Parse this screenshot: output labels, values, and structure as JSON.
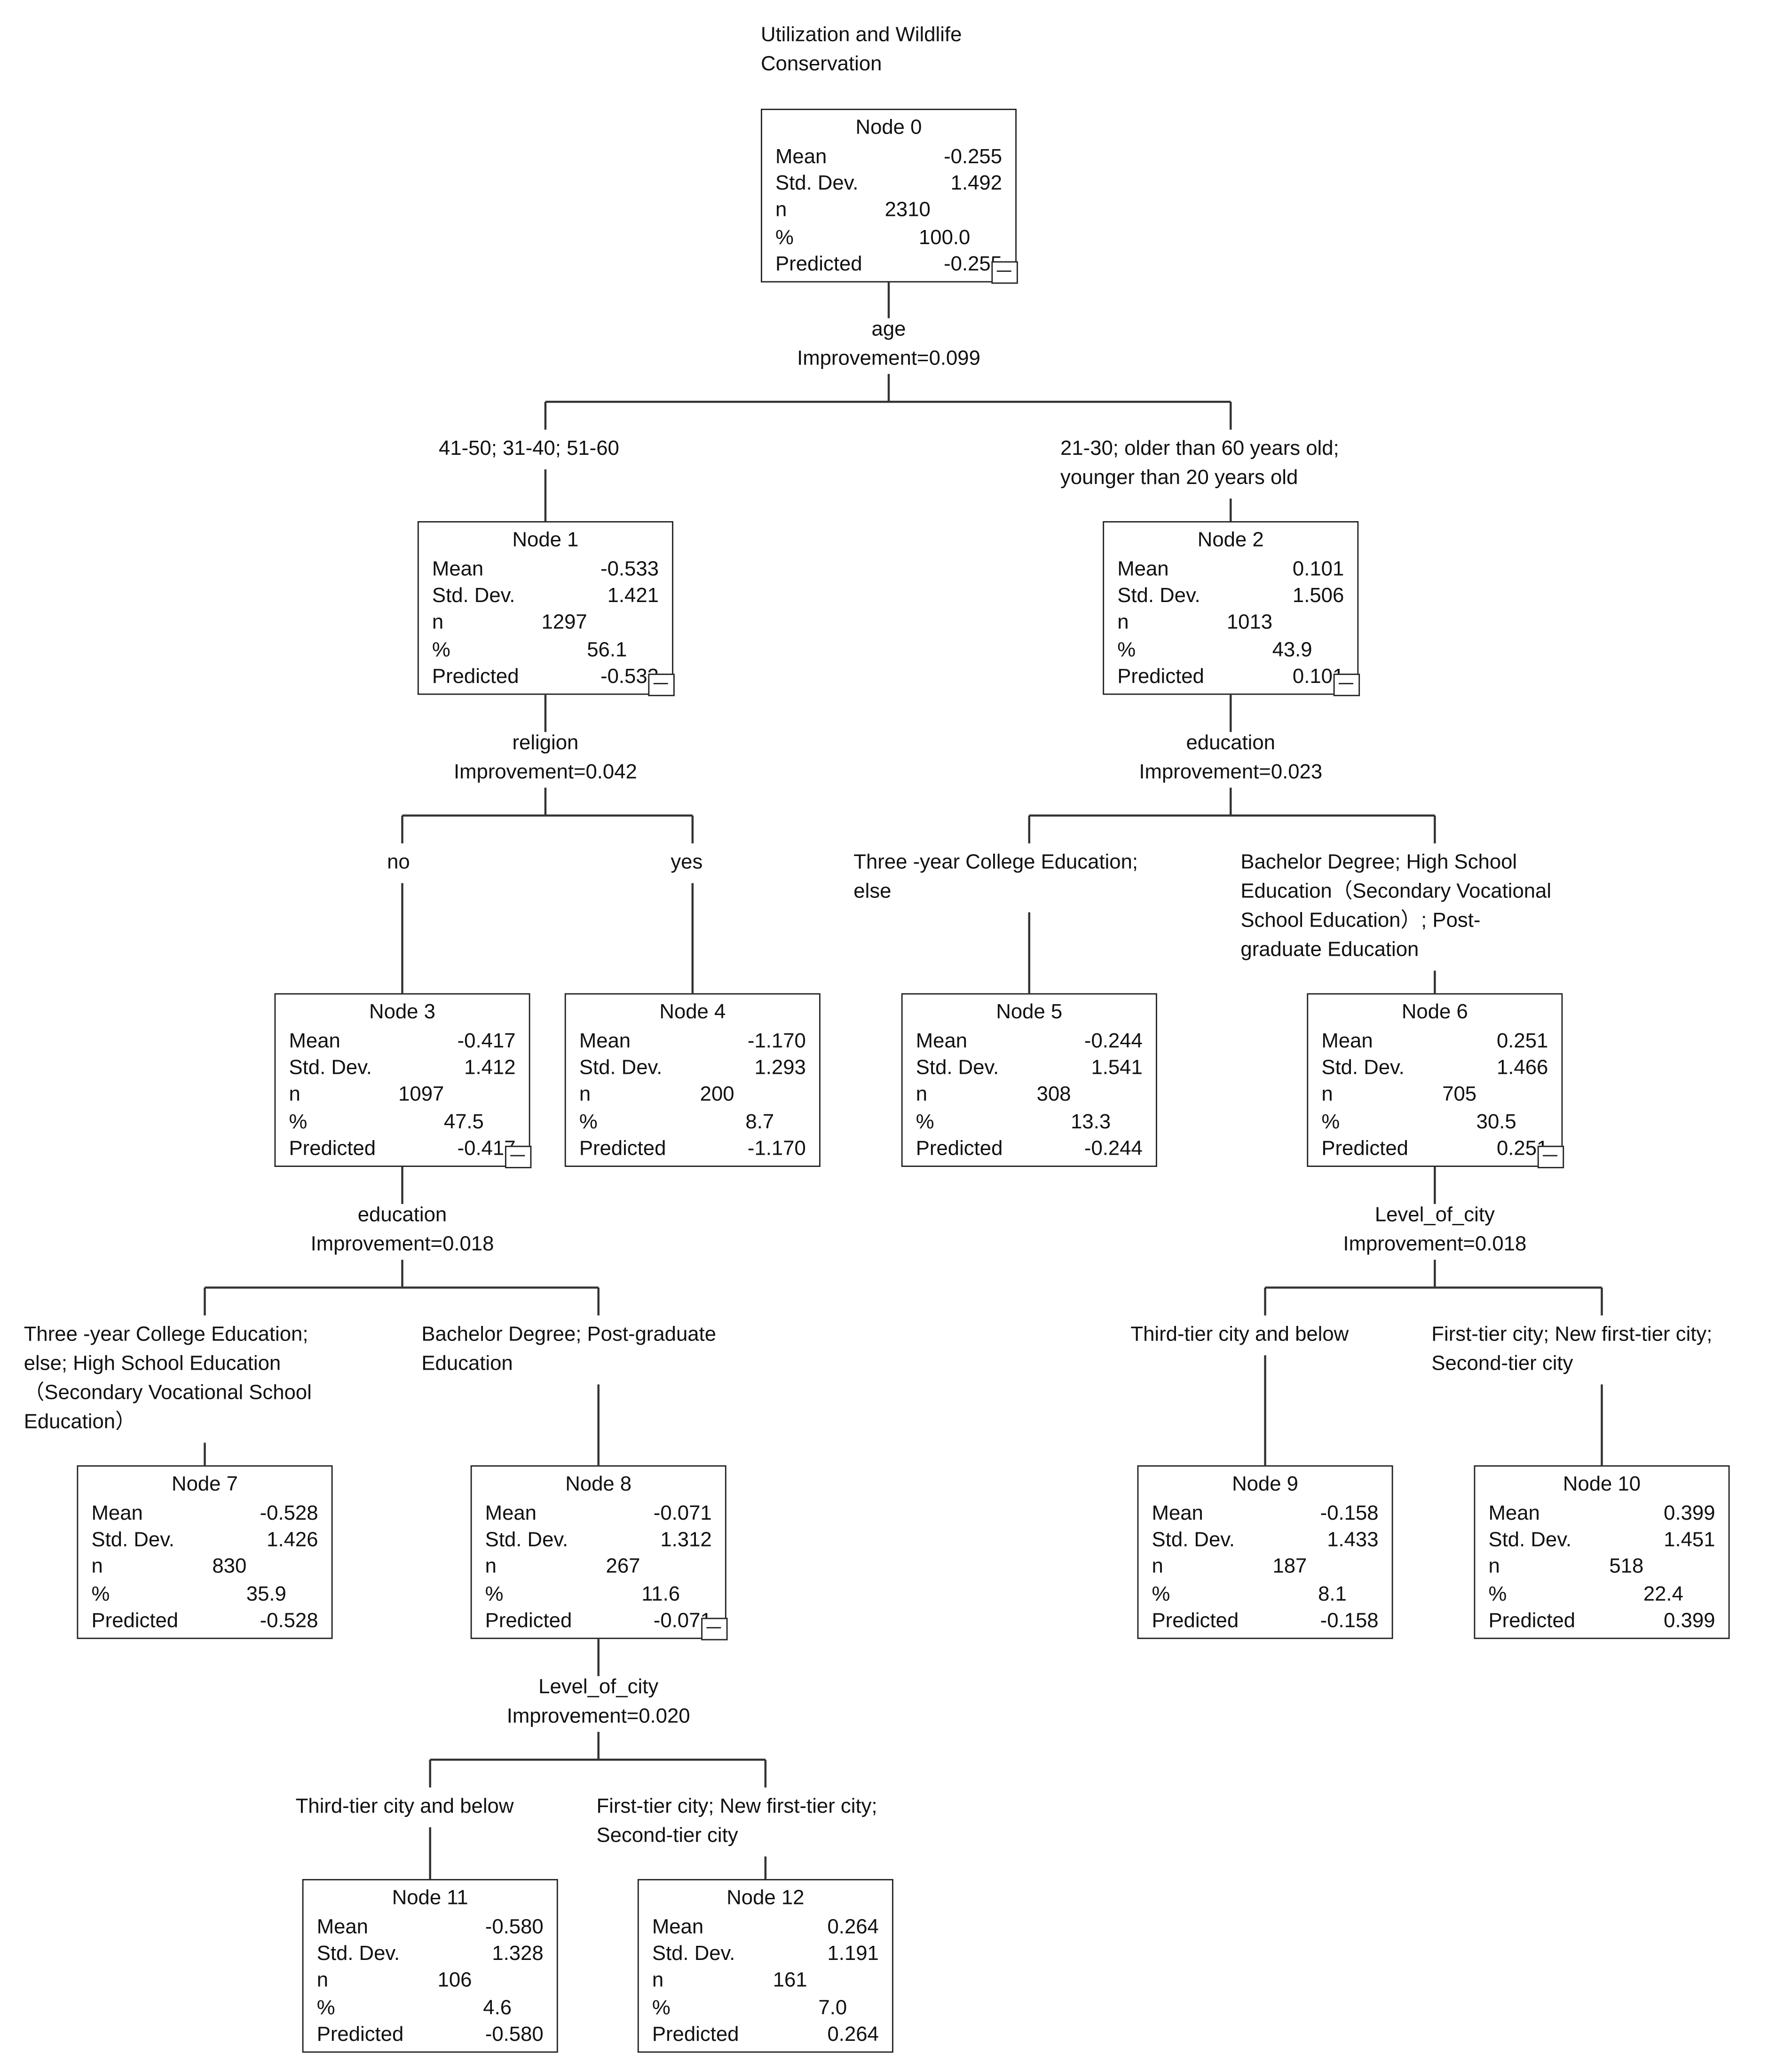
{
  "title": "Utilization and Wildlife\nConservation",
  "row_labels": {
    "mean": "Mean",
    "std_dev": "Std. Dev.",
    "n": "n",
    "percent": "%",
    "predicted": "Predicted"
  },
  "nodes": [
    {
      "id": "0",
      "title": "Node 0",
      "mean": "-0.255",
      "std_dev": "1.492",
      "n": "2310",
      "percent": "100.0",
      "predicted": "-0.255",
      "collapsible": true
    },
    {
      "id": "1",
      "title": "Node 1",
      "mean": "-0.533",
      "std_dev": "1.421",
      "n": "1297",
      "percent": "56.1",
      "predicted": "-0.533",
      "collapsible": true
    },
    {
      "id": "2",
      "title": "Node 2",
      "mean": "0.101",
      "std_dev": "1.506",
      "n": "1013",
      "percent": "43.9",
      "predicted": "0.101",
      "collapsible": true
    },
    {
      "id": "3",
      "title": "Node 3",
      "mean": "-0.417",
      "std_dev": "1.412",
      "n": "1097",
      "percent": "47.5",
      "predicted": "-0.417",
      "collapsible": true
    },
    {
      "id": "4",
      "title": "Node 4",
      "mean": "-1.170",
      "std_dev": "1.293",
      "n": "200",
      "percent": "8.7",
      "predicted": "-1.170",
      "collapsible": false
    },
    {
      "id": "5",
      "title": "Node 5",
      "mean": "-0.244",
      "std_dev": "1.541",
      "n": "308",
      "percent": "13.3",
      "predicted": "-0.244",
      "collapsible": false
    },
    {
      "id": "6",
      "title": "Node 6",
      "mean": "0.251",
      "std_dev": "1.466",
      "n": "705",
      "percent": "30.5",
      "predicted": "0.251",
      "collapsible": true
    },
    {
      "id": "7",
      "title": "Node 7",
      "mean": "-0.528",
      "std_dev": "1.426",
      "n": "830",
      "percent": "35.9",
      "predicted": "-0.528",
      "collapsible": false
    },
    {
      "id": "8",
      "title": "Node 8",
      "mean": "-0.071",
      "std_dev": "1.312",
      "n": "267",
      "percent": "11.6",
      "predicted": "-0.071",
      "collapsible": true
    },
    {
      "id": "9",
      "title": "Node 9",
      "mean": "-0.158",
      "std_dev": "1.433",
      "n": "187",
      "percent": "8.1",
      "predicted": "-0.158",
      "collapsible": false
    },
    {
      "id": "10",
      "title": "Node 10",
      "mean": "0.399",
      "std_dev": "1.451",
      "n": "518",
      "percent": "22.4",
      "predicted": "0.399",
      "collapsible": false
    },
    {
      "id": "11",
      "title": "Node 11",
      "mean": "-0.580",
      "std_dev": "1.328",
      "n": "106",
      "percent": "4.6",
      "predicted": "-0.580",
      "collapsible": false
    },
    {
      "id": "12",
      "title": "Node 12",
      "mean": "0.264",
      "std_dev": "1.191",
      "n": "161",
      "percent": "7.0",
      "predicted": "0.264",
      "collapsible": false
    }
  ],
  "splits": [
    {
      "parent": "0",
      "variable": "age",
      "improvement": "Improvement=0.099"
    },
    {
      "parent": "1",
      "variable": "religion",
      "improvement": "Improvement=0.042"
    },
    {
      "parent": "2",
      "variable": "education",
      "improvement": "Improvement=0.023"
    },
    {
      "parent": "3",
      "variable": "education",
      "improvement": "Improvement=0.018"
    },
    {
      "parent": "6",
      "variable": "Level_of_city",
      "improvement": "Improvement=0.018"
    },
    {
      "parent": "8",
      "variable": "Level_of_city",
      "improvement": "Improvement=0.020"
    }
  ],
  "branches": [
    {
      "child": "1",
      "label": "41-50; 31-40; 51-60"
    },
    {
      "child": "2",
      "label": "21-30; older than 60 years old;\nyounger than 20 years old"
    },
    {
      "child": "3",
      "label": "no"
    },
    {
      "child": "4",
      "label": "yes"
    },
    {
      "child": "5",
      "label": "Three -year College Education;\nelse"
    },
    {
      "child": "6",
      "label": "Bachelor Degree; High School\nEducation（Secondary Vocational\nSchool Education）; Post-\ngraduate Education"
    },
    {
      "child": "7",
      "label": "Three -year College Education;\nelse; High School Education\n（Secondary Vocational School\nEducation）"
    },
    {
      "child": "8",
      "label": "Bachelor Degree; Post-graduate\nEducation"
    },
    {
      "child": "9",
      "label": "Third-tier city and below"
    },
    {
      "child": "10",
      "label": "First-tier city; New first-tier city;\nSecond-tier city"
    },
    {
      "child": "11",
      "label": "Third-tier city and below"
    },
    {
      "child": "12",
      "label": "First-tier city; New first-tier city;\nSecond-tier city"
    }
  ]
}
